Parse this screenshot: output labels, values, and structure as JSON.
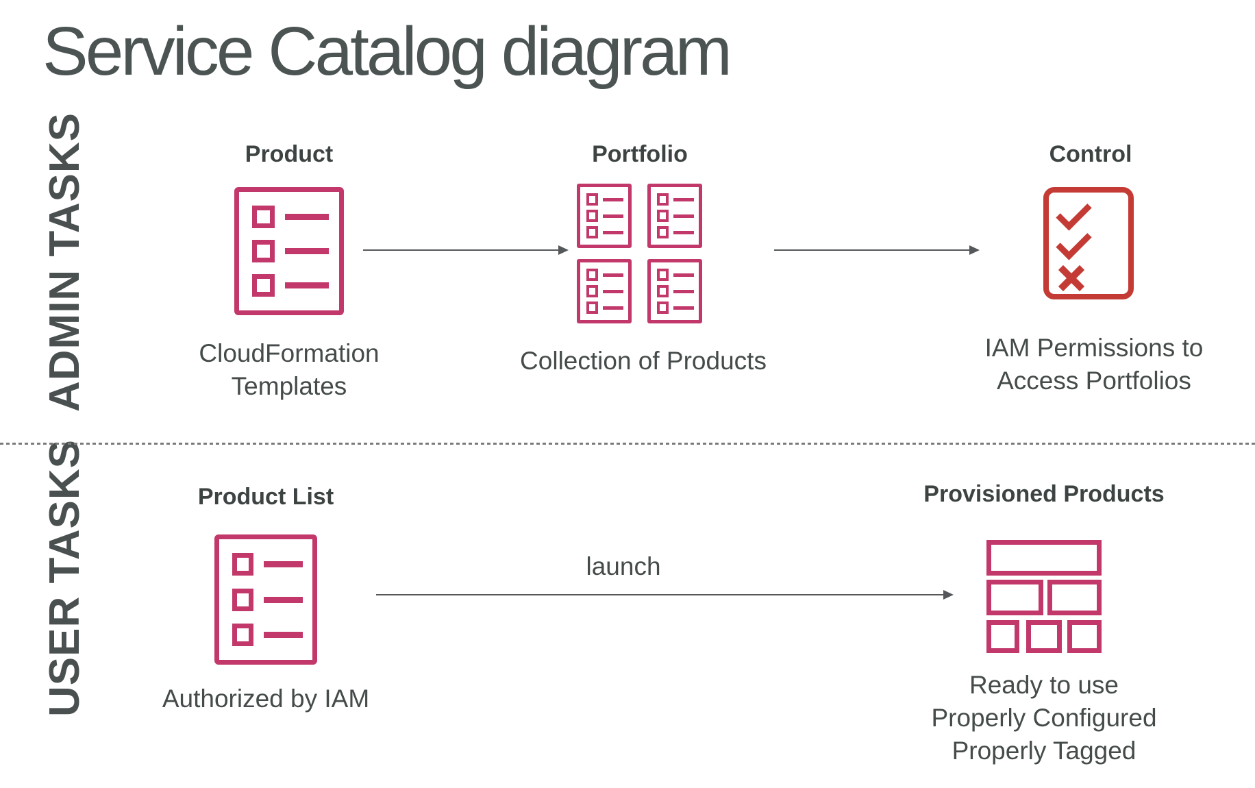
{
  "title": "Service Catalog diagram",
  "colors": {
    "pink": "#c2386b",
    "red": "#c33b34",
    "ink": "#454b4b",
    "heading": "#3d4343",
    "title": "#4c5353",
    "rotated": "#4a5050",
    "arrow": "#54585a",
    "dash": "#7b7b7b"
  },
  "admin_row": {
    "label": "ADMIN TASKS",
    "product": {
      "title": "Product",
      "caption_line1": "CloudFormation",
      "caption_line2": "Templates"
    },
    "portfolio": {
      "title": "Portfolio",
      "caption": "Collection of Products"
    },
    "control": {
      "title": "Control",
      "caption_line1": "IAM Permissions to",
      "caption_line2": "Access Portfolios"
    }
  },
  "user_row": {
    "label": "USER TASKS",
    "product_list": {
      "title": "Product List",
      "caption": "Authorized by IAM"
    },
    "launch_label": "launch",
    "provisioned": {
      "title": "Provisioned Products",
      "caption_line1": "Ready to use",
      "caption_line2": "Properly Configured",
      "caption_line3": "Properly Tagged"
    }
  }
}
